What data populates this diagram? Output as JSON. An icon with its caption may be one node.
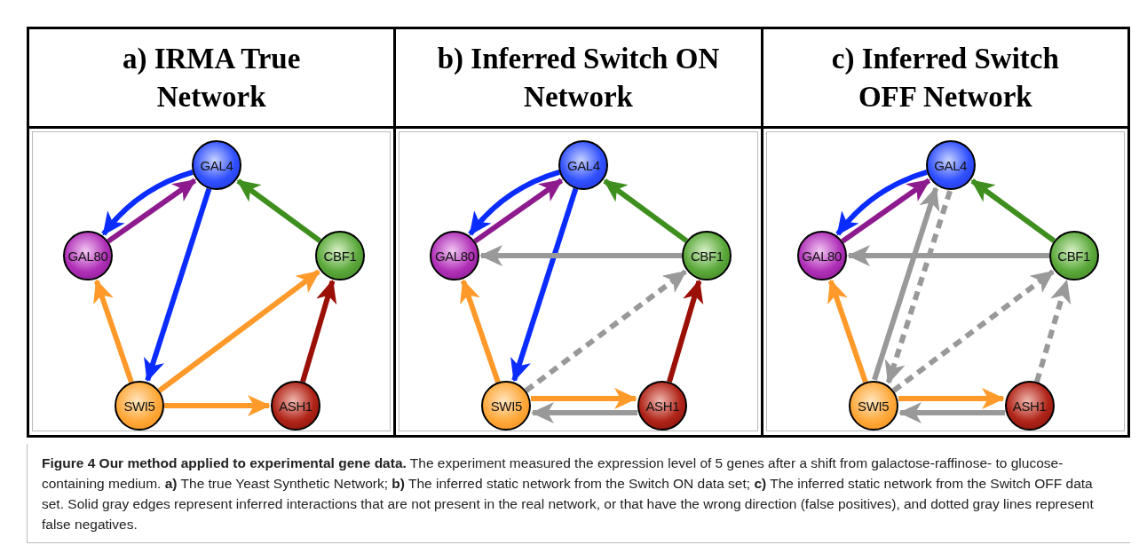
{
  "diagram": {
    "nodes": [
      {
        "text": [
          "a) IRMA True Network"
        ]
      },
      {
        "text": [
          "b) Inferred Switch ON Network"
        ]
      },
      {
        "text": [
          "c) Inferred Switch OFF Network"
        ]
      },
      {
        "text": [],
        "shape": "box"
      },
      {
        "text": [
          "GAL4"
        ],
        "in": 3
      },
      {
        "text": [
          "GAL80"
        ],
        "in": 3
      },
      {
        "text": [
          "CBF1"
        ],
        "in": 3
      },
      {
        "text": [
          "SWI5"
        ],
        "in": 3
      },
      {
        "text": [
          "ASH1"
        ],
        "in": 3
      },
      {
        "text": [],
        "shape": "box"
      },
      {
        "text": [
          "GAL4"
        ],
        "in": 9
      },
      {
        "text": [
          "GAL80"
        ],
        "in": 9
      },
      {
        "text": [
          "CBF1"
        ],
        "in": 9
      },
      {
        "text": [
          "SWI5"
        ],
        "in": 9
      },
      {
        "text": [
          "ASH1"
        ],
        "in": 9
      },
      {
        "text": [],
        "shape": "box"
      },
      {
        "text": [
          "GAL4"
        ],
        "in": 15
      },
      {
        "text": [
          "GAL80"
        ],
        "in": 15
      },
      {
        "text": [
          "CBF1"
        ],
        "in": 15
      },
      {
        "text": [
          "SWI5"
        ],
        "in": 15
      },
      {
        "text": [
          "ASH1"
        ],
        "in": 15
      }
    ],
    "edges": [
      {
        "from": 5,
        "to": 4,
        "arrow": "to",
        "color": "#8e1b8e"
      },
      {
        "from": 4,
        "to": 5,
        "arrow": "to",
        "color": "#0a2cff"
      },
      {
        "from": 4,
        "to": 7,
        "arrow": "to",
        "color": "#0a2cff"
      },
      {
        "from": 6,
        "to": 4,
        "arrow": "to",
        "color": "#3f8f1f"
      },
      {
        "from": 7,
        "to": 5,
        "arrow": "to",
        "color": "#ff9a2a"
      },
      {
        "from": 7,
        "to": 6,
        "arrow": "to",
        "color": "#ff9a2a"
      },
      {
        "from": 7,
        "to": 8,
        "arrow": "to",
        "color": "#ff9a2a"
      },
      {
        "from": 8,
        "to": 6,
        "arrow": "to",
        "color": "#9a0f06"
      },
      {
        "from": 11,
        "to": 10,
        "arrow": "to",
        "color": "#8e1b8e"
      },
      {
        "from": 10,
        "to": 11,
        "arrow": "to",
        "color": "#0a2cff"
      },
      {
        "from": 10,
        "to": 13,
        "arrow": "to",
        "color": "#0a2cff"
      },
      {
        "from": 12,
        "to": 10,
        "arrow": "to",
        "color": "#3f8f1f"
      },
      {
        "from": 12,
        "to": 11,
        "arrow": "to",
        "color": "#999999"
      },
      {
        "from": 13,
        "to": 12,
        "arrow": "to",
        "color": "#999999",
        "style": "dashed"
      },
      {
        "from": 13,
        "to": 11,
        "arrow": "to",
        "color": "#ff9a2a"
      },
      {
        "from": 14,
        "to": 13,
        "arrow": "to",
        "color": "#999999"
      },
      {
        "from": 13,
        "to": 14,
        "arrow": "to",
        "color": "#ff9a2a"
      },
      {
        "from": 14,
        "to": 12,
        "arrow": "to",
        "color": "#9a0f06"
      },
      {
        "from": 17,
        "to": 16,
        "arrow": "to",
        "color": "#8e1b8e"
      },
      {
        "from": 16,
        "to": 17,
        "arrow": "to",
        "color": "#0a2cff"
      },
      {
        "from": 19,
        "to": 16,
        "arrow": "to",
        "color": "#999999"
      },
      {
        "from": 16,
        "to": 19,
        "arrow": "to",
        "color": "#999999",
        "style": "dashed"
      },
      {
        "from": 18,
        "to": 16,
        "arrow": "to",
        "color": "#3f8f1f"
      },
      {
        "from": 18,
        "to": 17,
        "arrow": "to",
        "color": "#999999"
      },
      {
        "from": 19,
        "to": 18,
        "arrow": "to",
        "color": "#999999",
        "style": "dashed"
      },
      {
        "from": 20,
        "to": 18,
        "arrow": "to",
        "color": "#999999",
        "style": "dashed"
      },
      {
        "from": 19,
        "to": 17,
        "arrow": "to",
        "color": "#ff9a2a"
      },
      {
        "from": 20,
        "to": 19,
        "arrow": "to",
        "color": "#999999"
      },
      {
        "from": 19,
        "to": 20,
        "arrow": "to",
        "color": "#ff9a2a"
      }
    ],
    "caption": "**Figure 4 Our method applied to experimental gene data.** The experiment measured the expression level of 5 genes after a shift from galactose-raffinose- to glucose-containing medium. **a)** The true Yeast Synthetic Network; **b)** The inferred static network from the Switch ON data set; **c)** The inferred static network from the Switch OFF data set. Solid gray edges represent inferred interactions that are not present in the real network, or that have the wrong direction (false positives), and dotted gray lines represent false negatives."
  }
}
